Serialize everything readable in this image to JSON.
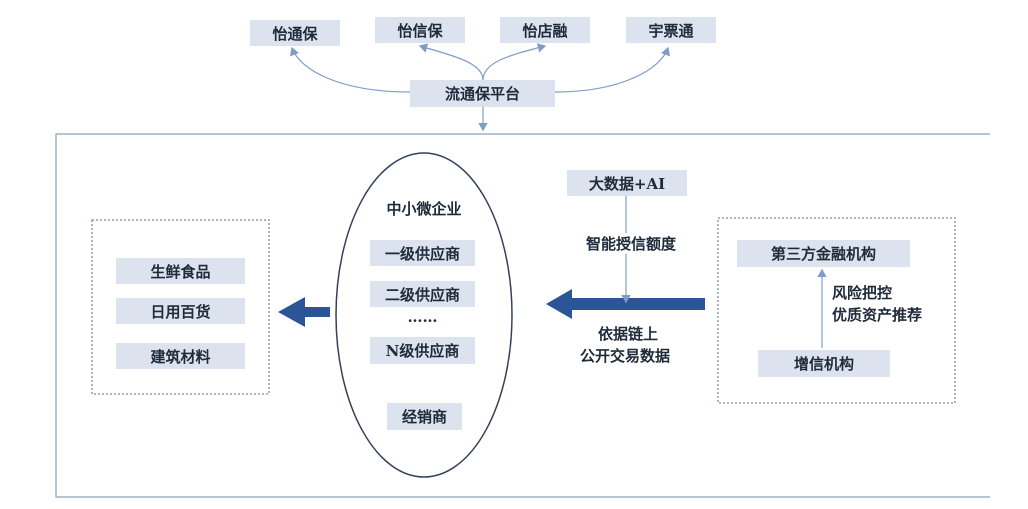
{
  "top_products": [
    "怡通保",
    "怡信保",
    "怡店融",
    "宇票通"
  ],
  "platform": "流通保平台",
  "smb": {
    "title": "中小微企业",
    "items": [
      "一级供应商",
      "二级供应商",
      "……",
      "N级供应商",
      "经销商"
    ]
  },
  "categories": [
    "生鲜食品",
    "日用百货",
    "建筑材料"
  ],
  "bigdata": "大数据+AI",
  "credit_label": "智能授信额度",
  "data_label_line1": "依据链上",
  "data_label_line2": "公开交易数据",
  "third_party": "第三方金融机构",
  "credit_agency": "增信机构",
  "risk_line1": "风险把控",
  "risk_line2": "优质资产推荐",
  "colors": {
    "box_fill": "#dce3ee",
    "arrow_dark": "#2b5597",
    "line": "#7f9cc8",
    "frame": "#8aa0c0"
  }
}
